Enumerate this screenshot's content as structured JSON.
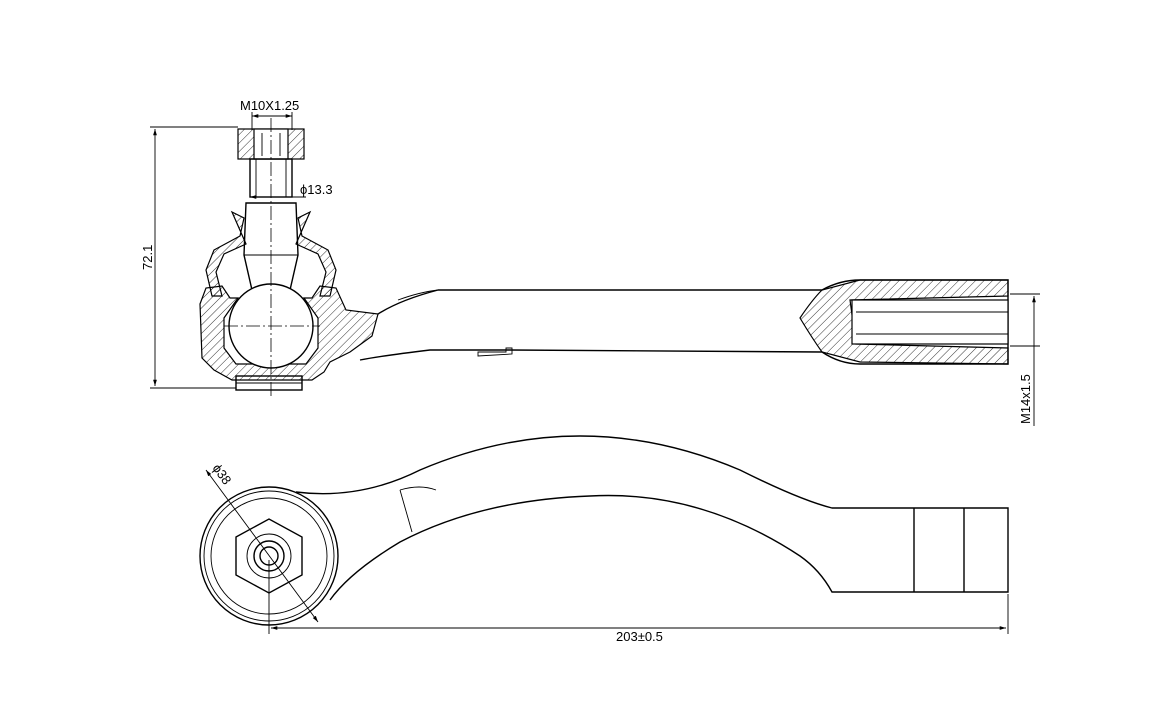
{
  "dimensions": {
    "thread_stud": "M10X1.25",
    "stud_diameter": "ϕ13.3",
    "height": "72.1",
    "inner_thread": "M14x1.5",
    "eye_diameter": "ϕ38",
    "length": "203±0.5"
  }
}
